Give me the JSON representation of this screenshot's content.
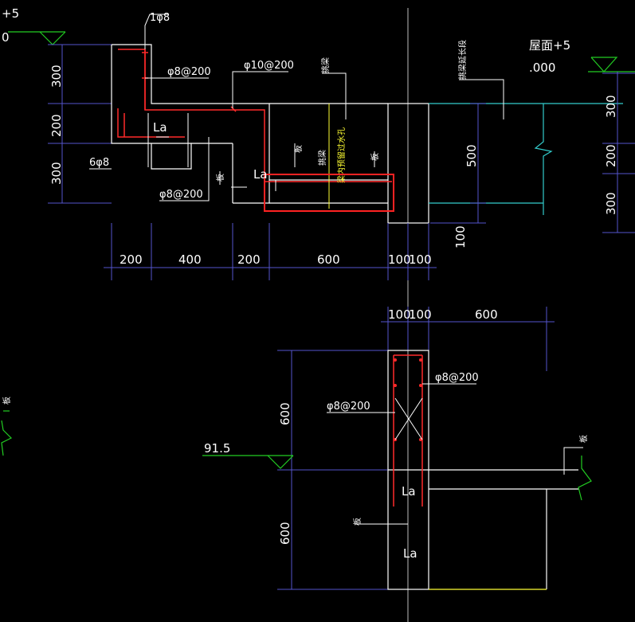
{
  "colors": {
    "background": "#000000",
    "outline": "#ffffff",
    "rebar": "#ff2a2a",
    "dimension": "#5555cc",
    "level": "#22cc22",
    "cyan": "#33cccc",
    "yellow": "#ffff33",
    "highlight": "#ff2222"
  },
  "levels": {
    "top_left_fragment": "+5",
    "left_fragment": "0",
    "roof_label": "屋面+5",
    "roof_value": ".000",
    "lower_level": "91.5"
  },
  "top_section": {
    "dims_vertical_left": [
      "300",
      "200",
      "300"
    ],
    "dims_vertical_right": [
      "300",
      "200",
      "300"
    ],
    "dims_horizontal": [
      "200",
      "400",
      "200",
      "600",
      "100",
      "100"
    ],
    "dim_500": "500",
    "dim_100": "100",
    "rebar_notes": [
      "1φ8",
      "φ8@200",
      "φ10@200",
      "6φ8",
      "φ8@200"
    ],
    "lap_labels": [
      "La",
      "La"
    ],
    "beam_label": "挑梁",
    "pick_label": "挑梁",
    "beam_extend_label": "挑梁延长段",
    "yellow_text": "梁内预留过水孔",
    "small_tags": [
      "板",
      "板",
      "板"
    ]
  },
  "bottom_section": {
    "dims_horizontal": [
      "100",
      "100",
      "600"
    ],
    "dims_vertical": [
      "600",
      "600"
    ],
    "rebar_notes": [
      "φ8@200",
      "φ8@200"
    ],
    "lap_labels": [
      "La",
      "La"
    ],
    "small_tags": [
      "板",
      "板",
      "板"
    ]
  }
}
